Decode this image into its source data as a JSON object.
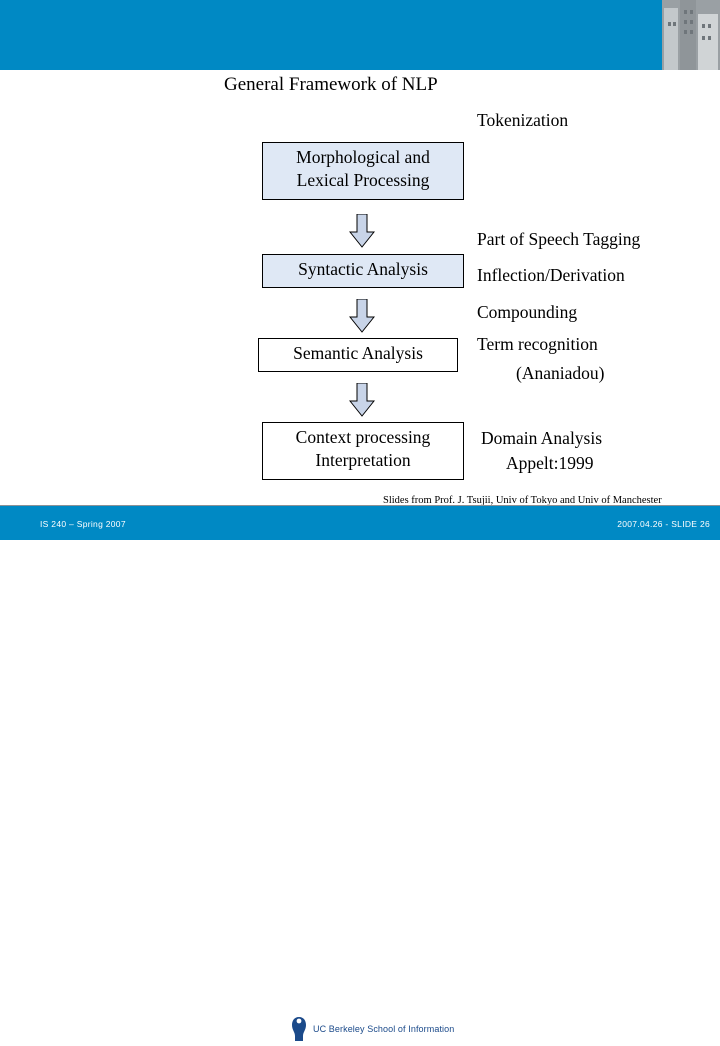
{
  "slide": {
    "title": "General Framework of NLP",
    "boxes": [
      {
        "id": "morph",
        "lines": [
          "Morphological and",
          "Lexical Processing"
        ]
      },
      {
        "id": "syntactic",
        "lines": [
          "Syntactic Analysis"
        ]
      },
      {
        "id": "semantic",
        "lines": [
          "Semantic Analysis"
        ]
      },
      {
        "id": "context",
        "lines": [
          "Context processing",
          "Interpretation"
        ]
      }
    ],
    "right_labels": [
      "Tokenization",
      "Part of Speech Tagging",
      "Inflection/Derivation",
      "Compounding",
      "Term recognition",
      "(Ananiadou)"
    ],
    "bottom_labels": [
      "Domain Analysis",
      "Appelt:1999"
    ],
    "credit": "Slides from Prof. J. Tsujii, Univ of Tokyo and Univ of Manchester",
    "arrow_names": [
      "arrow-morph-to-syntactic",
      "arrow-syntactic-to-semantic",
      "arrow-semantic-to-context"
    ]
  },
  "footer": {
    "left": "IS 240 – Spring 2007",
    "right": "2007.04.26 - SLIDE 26",
    "logo_text": "UC Berkeley School of Information"
  },
  "colors": {
    "band": "#0089c4",
    "box_fill": "#dfe8f5",
    "arrow_fill": "#c8d4e8",
    "text": "#000000"
  }
}
